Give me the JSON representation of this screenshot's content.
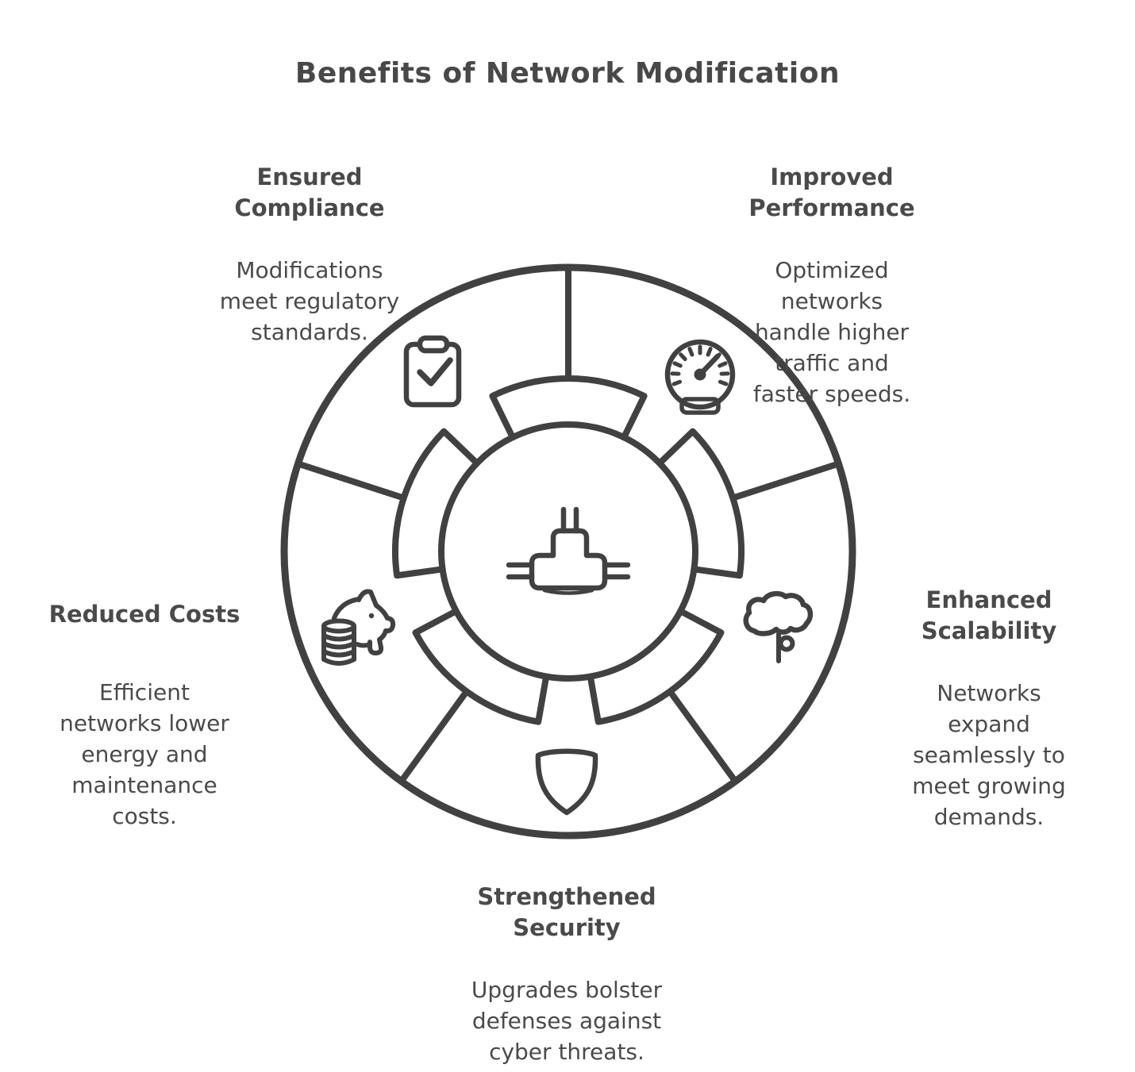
{
  "title": "Benefits of Network Modification",
  "colors": {
    "background": "#ffffff",
    "line": "#414141",
    "text": "#4a4a4a"
  },
  "center": {
    "icon": "network-connector-icon"
  },
  "segments": [
    {
      "id": "compliance",
      "position": "top-left",
      "icon": "clipboard-check-icon",
      "heading": "Ensured\nCompliance",
      "body": "Modifications\nmeet regulatory\nstandards."
    },
    {
      "id": "performance",
      "position": "top-right",
      "icon": "speedometer-icon",
      "heading": "Improved\nPerformance",
      "body": "Optimized\nnetworks\nhandle higher\ntraffic and\nfaster speeds."
    },
    {
      "id": "scalability",
      "position": "right",
      "icon": "cloud-network-icon",
      "heading": "Enhanced\nScalability",
      "body": "Networks\nexpand\nseamlessly to\nmeet growing\ndemands."
    },
    {
      "id": "security",
      "position": "bottom",
      "icon": "shield-icon",
      "heading": "Strengthened\nSecurity",
      "body": "Upgrades bolster\ndefenses against\ncyber threats."
    },
    {
      "id": "costs",
      "position": "left",
      "icon": "piggy-bank-coins-icon",
      "heading": "Reduced Costs",
      "body": "Efficient\nnetworks lower\nenergy and\nmaintenance\ncosts."
    }
  ]
}
